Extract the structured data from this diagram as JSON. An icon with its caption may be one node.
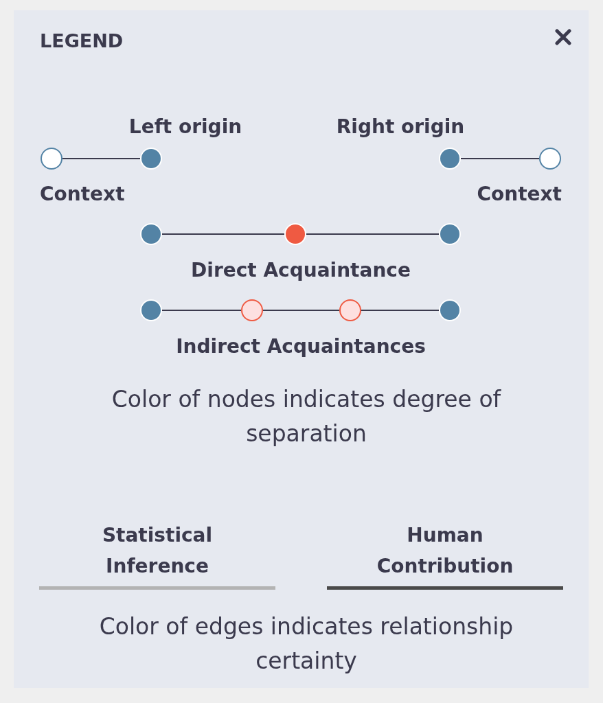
{
  "diagram": {
    "title": "LEGEND",
    "nodes": [
      {
        "text": [],
        "shape": "circle"
      },
      {
        "text": [],
        "shape": "circle"
      },
      {
        "text": [],
        "shape": "circle"
      },
      {
        "text": [],
        "shape": "circle"
      },
      {
        "text": [],
        "shape": "circle"
      },
      {
        "text": [],
        "shape": "circle"
      },
      {
        "text": [],
        "shape": "circle"
      },
      {
        "text": [],
        "shape": "circle"
      },
      {
        "text": [],
        "shape": "circle"
      },
      {
        "text": [],
        "shape": "circle"
      },
      {
        "text": [],
        "shape": "circle"
      }
    ],
    "edges": [
      {
        "from": 0,
        "to": 1,
        "arrow": "none"
      },
      {
        "from": 2,
        "to": 3,
        "arrow": "none"
      },
      {
        "from": 4,
        "to": 5,
        "arrow": "none"
      },
      {
        "from": 5,
        "to": 6,
        "arrow": "none"
      },
      {
        "from": 7,
        "to": 8,
        "arrow": "none"
      },
      {
        "from": 8,
        "to": 9,
        "arrow": "none"
      },
      {
        "from": 9,
        "to": 10,
        "arrow": "none"
      }
    ],
    "labels": [
      "Left origin",
      "Right origin",
      "Context",
      "Context",
      "Direct Acquaintance",
      "Indirect Acquaintances",
      "Color of nodes indicates degree of separation",
      "Color of edges indicates relationship certainty"
    ],
    "legend": [
      {
        "text": "Statistical Inference"
      },
      {
        "text": "Human Contribution"
      }
    ]
  }
}
